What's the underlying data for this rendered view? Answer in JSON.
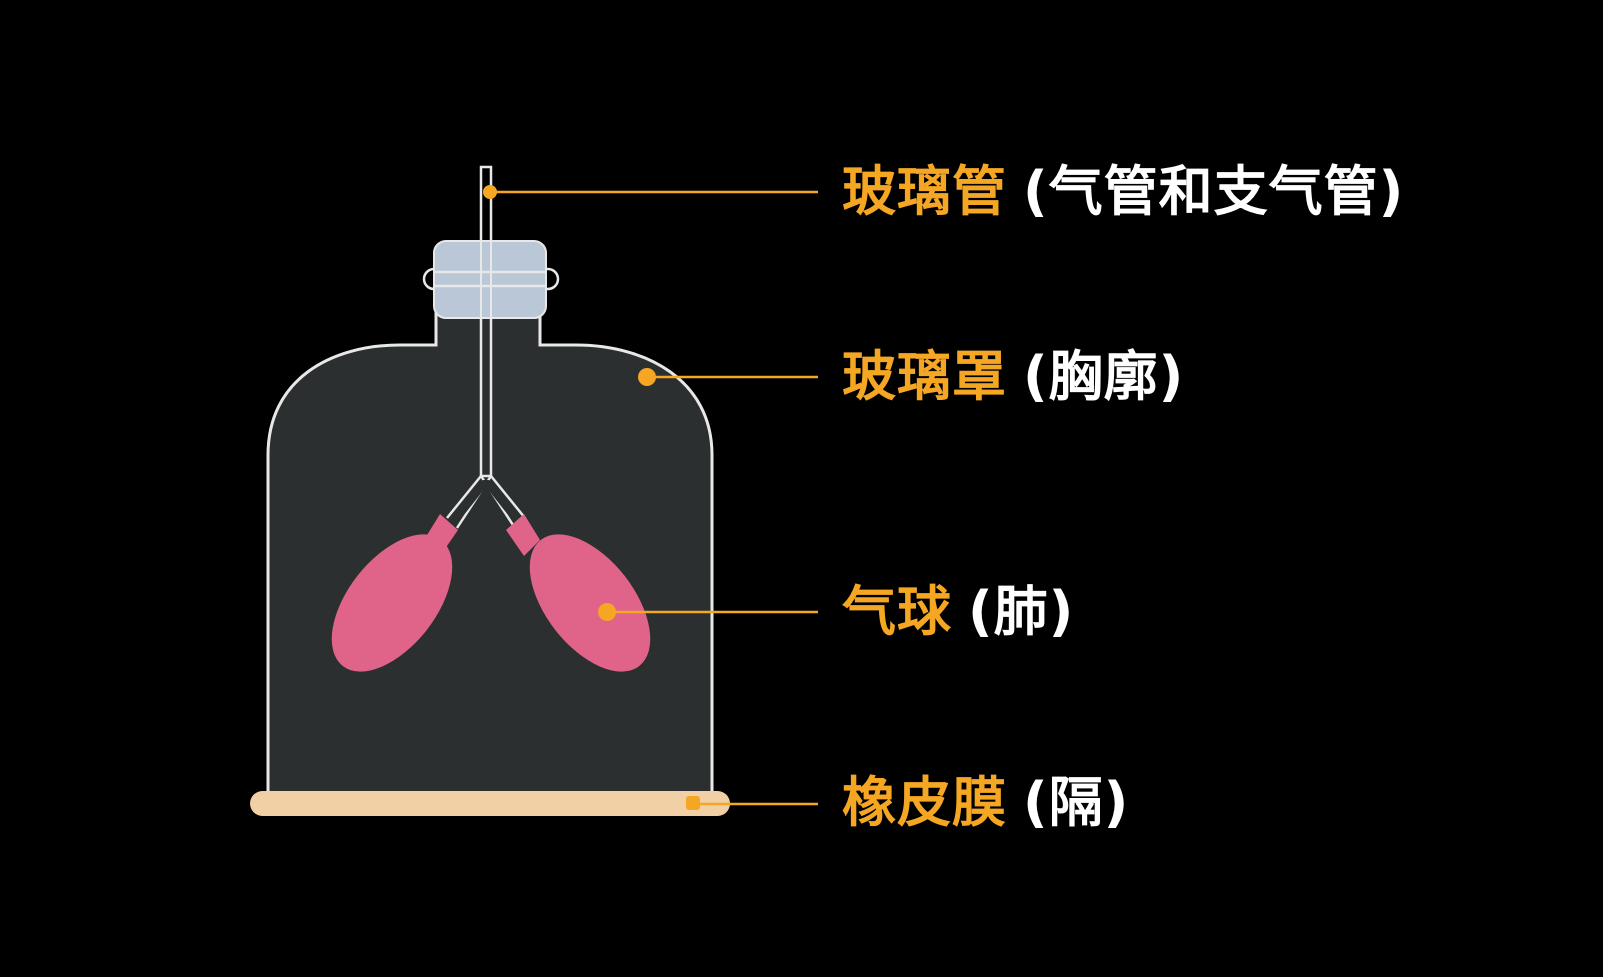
{
  "colors": {
    "background": "#000000",
    "jar_fill": "#2B2F2F",
    "outline": "#E8E8E8",
    "stopper": "#B9C7D6",
    "balloon": "#E0648A",
    "diaphragm": "#F0D0A4",
    "accent": "#F5A623",
    "analog_text": "#FFFFFF"
  },
  "labels": [
    {
      "id": "glass-tube",
      "term": "玻璃管",
      "analog": "(气管和支气管)"
    },
    {
      "id": "bell-jar",
      "term": "玻璃罩",
      "analog": "(胸廓)"
    },
    {
      "id": "balloon",
      "term": "气球",
      "analog": "(肺)"
    },
    {
      "id": "rubber-membrane",
      "term": "橡皮膜",
      "analog": "(隔)"
    }
  ]
}
